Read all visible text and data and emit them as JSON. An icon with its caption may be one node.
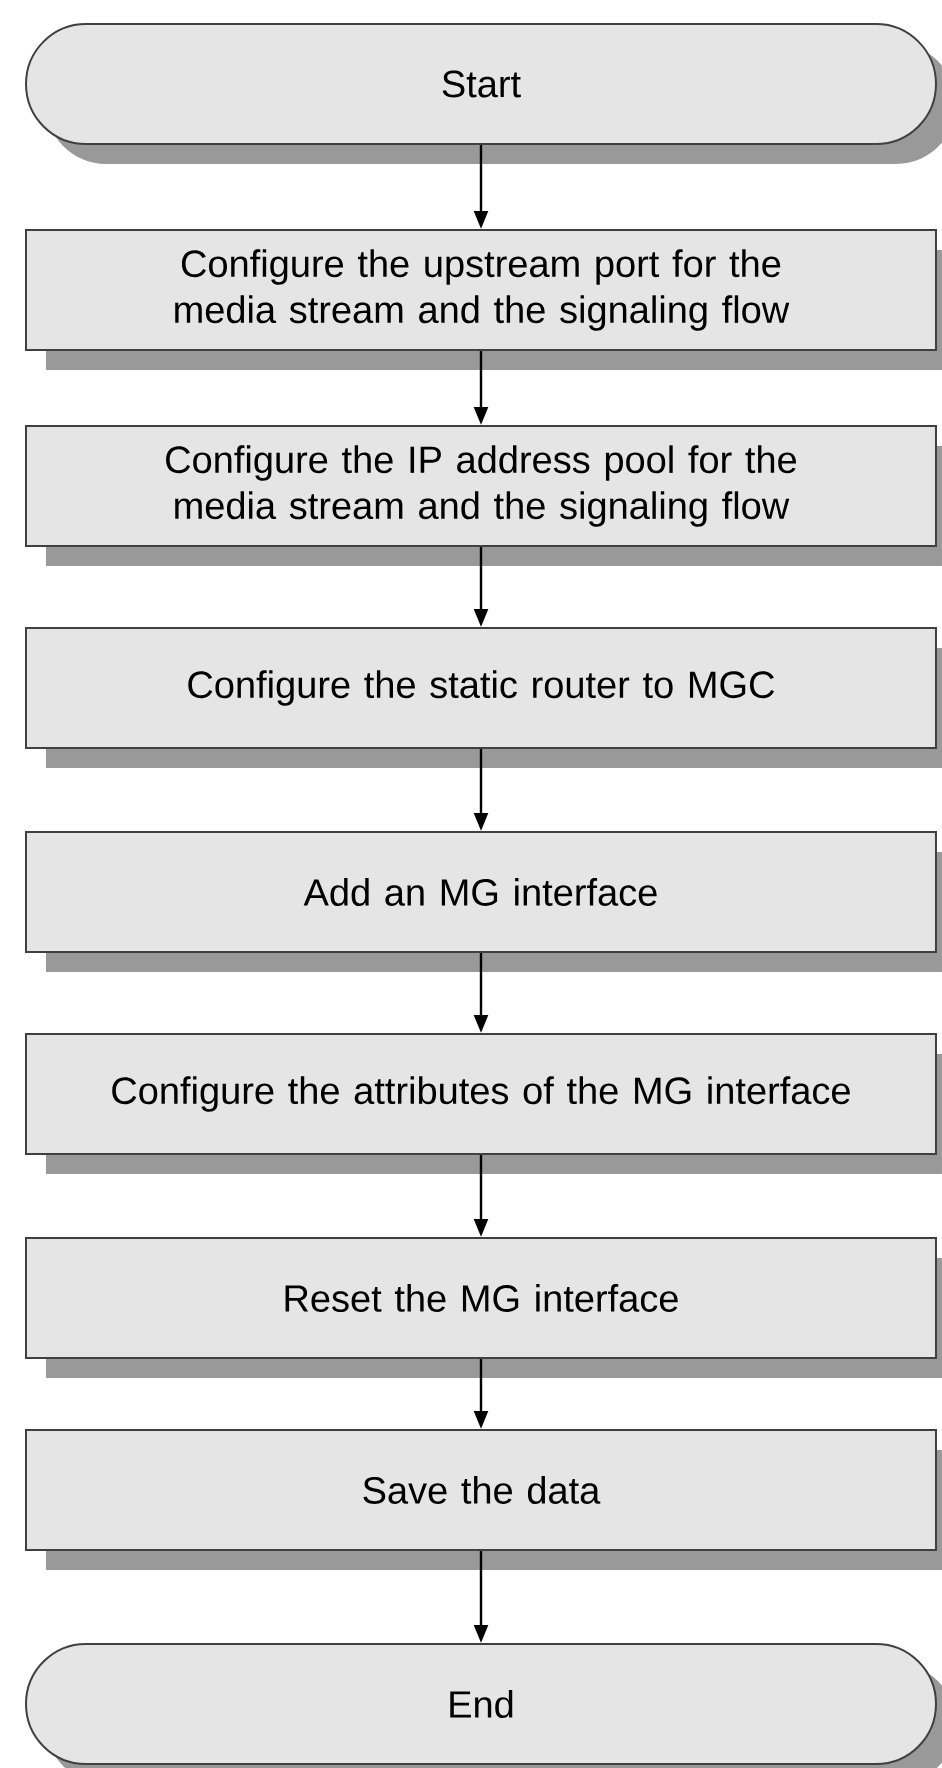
{
  "diagram": {
    "nodes": [
      {
        "text": [
          "Start"
        ]
      },
      {
        "text": [
          "Configure the upstream port for the media stream and the signaling flow"
        ]
      },
      {
        "text": [
          "Configure the IP address pool for the media stream and the signaling flow"
        ]
      },
      {
        "text": [
          "Configure the static router to MGC"
        ]
      },
      {
        "text": [
          "Add an MG interface"
        ]
      },
      {
        "text": [
          "Configure the attributes of the MG interface"
        ]
      },
      {
        "text": [
          "Reset the MG interface"
        ]
      },
      {
        "text": [
          "Save the data"
        ]
      },
      {
        "text": [
          "End"
        ]
      }
    ],
    "edges": [
      {
        "from": 0,
        "to": 1,
        "arrow": "to"
      },
      {
        "from": 1,
        "to": 2,
        "arrow": "to"
      },
      {
        "from": 2,
        "to": 3,
        "arrow": "to"
      },
      {
        "from": 3,
        "to": 4,
        "arrow": "to"
      },
      {
        "from": 4,
        "to": 5,
        "arrow": "to"
      },
      {
        "from": 5,
        "to": 6,
        "arrow": "to"
      },
      {
        "from": 6,
        "to": 7,
        "arrow": "to"
      },
      {
        "from": 7,
        "to": 8,
        "arrow": "to"
      }
    ]
  }
}
